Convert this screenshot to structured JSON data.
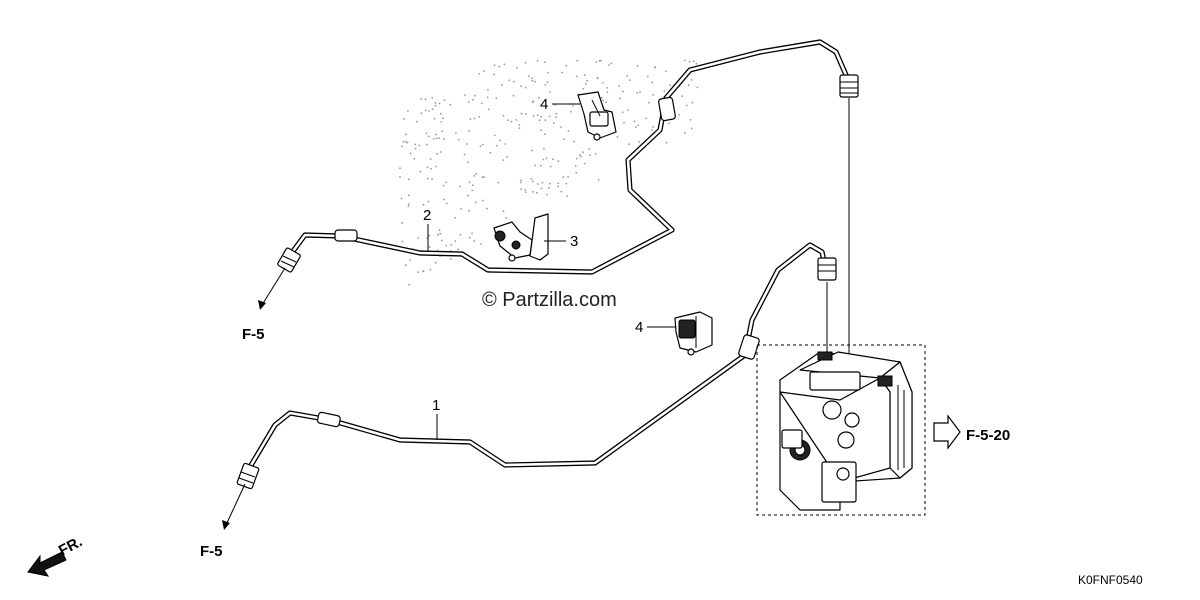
{
  "diagram": {
    "watermark": "© Partzilla.com",
    "diagram_code": "K0FNF0540",
    "front_label": "FR.",
    "callouts": {
      "part_1": "1",
      "part_2": "2",
      "part_3": "3",
      "part_4_upper": "4",
      "part_4_lower": "4"
    },
    "references": {
      "ref_pipe_2": "F-5",
      "ref_pipe_1": "F-5",
      "ref_modulator": "F-5-20"
    }
  }
}
